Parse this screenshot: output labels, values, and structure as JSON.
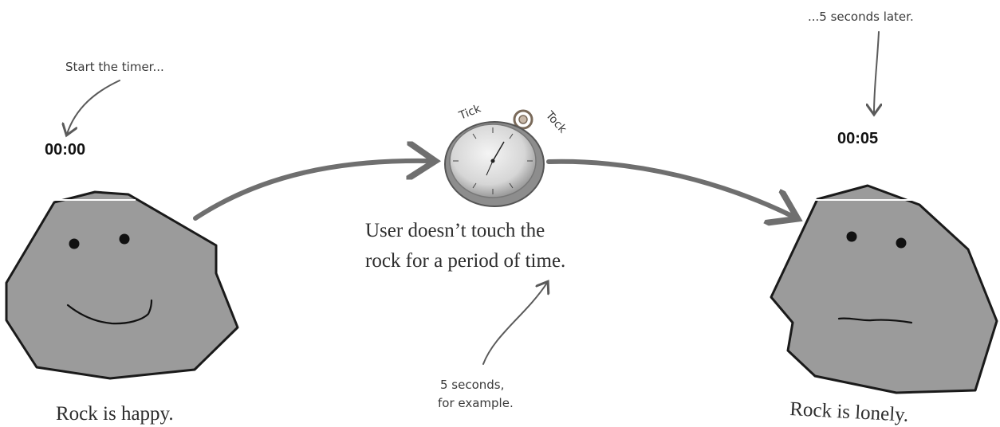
{
  "annotations": {
    "start_note": "Start the timer...",
    "later_note": "...5 seconds later.",
    "example_note_line1": "5 seconds,",
    "example_note_line2": "for example."
  },
  "timers": {
    "start": "00:00",
    "end": "00:05"
  },
  "stopwatch": {
    "tick": "Tick",
    "tock": "Tock"
  },
  "middle_caption": {
    "line1": "User doesn’t touch the",
    "line2": "rock for a period of time."
  },
  "rocks": {
    "happy_caption": "Rock is happy.",
    "lonely_caption": "Rock is lonely."
  },
  "colors": {
    "rock_fill": "#9b9b9b",
    "rock_stroke": "#1a1a1a",
    "arrow": "#6f6f6f",
    "text": "#2e2e2e"
  }
}
